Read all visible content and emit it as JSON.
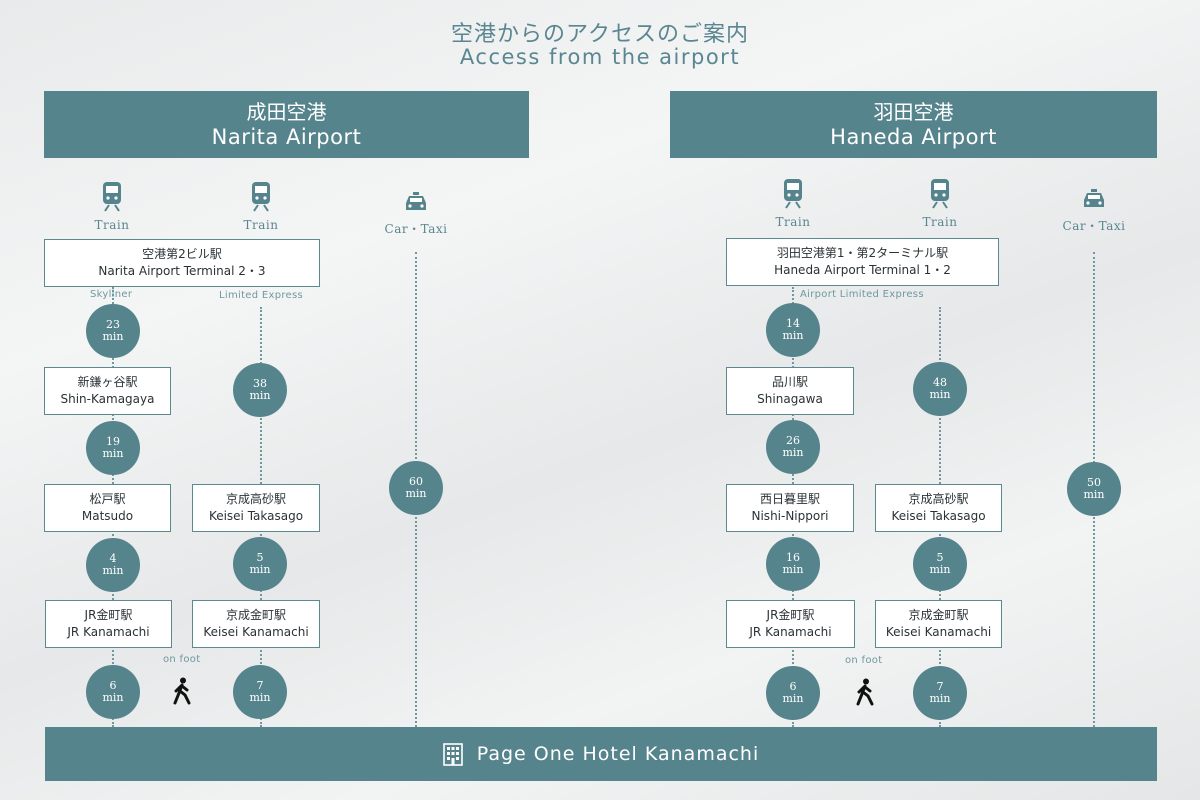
{
  "title": {
    "ja": "空港からのアクセスのご案内",
    "en": "Access from the airport"
  },
  "narita": {
    "header_ja": "成田空港",
    "header_en": "Narita Airport",
    "modes": [
      "Train",
      "Train",
      "Car・Taxi"
    ],
    "origin": {
      "ja": "空港第2ビル駅",
      "en": "Narita Airport Terminal 2・3"
    },
    "notes": [
      "Skyliner",
      "Limited Express",
      "on foot"
    ],
    "route1": {
      "stations": [
        {
          "ja": "新鎌ヶ谷駅",
          "en": "Shin-Kamagaya"
        },
        {
          "ja": "松戸駅",
          "en": "Matsudo"
        },
        {
          "ja": "JR金町駅",
          "en": "JR Kanamachi"
        }
      ],
      "times": [
        "23",
        "19",
        "4",
        "6"
      ]
    },
    "route2": {
      "stations": [
        {
          "ja": "京成高砂駅",
          "en": "Keisei Takasago"
        },
        {
          "ja": "京成金町駅",
          "en": "Keisei Kanamachi"
        }
      ],
      "times": [
        "38",
        "5",
        "7"
      ]
    },
    "car_time": "60"
  },
  "haneda": {
    "header_ja": "羽田空港",
    "header_en": "Haneda Airport",
    "modes": [
      "Train",
      "Train",
      "Car・Taxi"
    ],
    "origin": {
      "ja": "羽田空港第1・第2ターミナル駅",
      "en": "Haneda Airport Terminal 1・2"
    },
    "notes": [
      "Airport Limited Express",
      "on foot"
    ],
    "route1": {
      "stations": [
        {
          "ja": "品川駅",
          "en": "Shinagawa"
        },
        {
          "ja": "西日暮里駅",
          "en": "Nishi-Nippori"
        },
        {
          "ja": "JR金町駅",
          "en": "JR Kanamachi"
        }
      ],
      "times": [
        "14",
        "26",
        "16",
        "6"
      ]
    },
    "route2": {
      "stations": [
        {
          "ja": "京成高砂駅",
          "en": "Keisei Takasago"
        },
        {
          "ja": "京成金町駅",
          "en": "Keisei Kanamachi"
        }
      ],
      "times": [
        "48",
        "5",
        "7"
      ]
    },
    "car_time": "50"
  },
  "unit": "min",
  "hotel": "Page One Hotel Kanamachi",
  "colors": {
    "primary": "#56848d",
    "accent_text": "#5a8691",
    "line": "#6f98a1"
  },
  "icons": [
    "train-icon",
    "taxi-icon",
    "walking-person-icon",
    "building-icon"
  ]
}
